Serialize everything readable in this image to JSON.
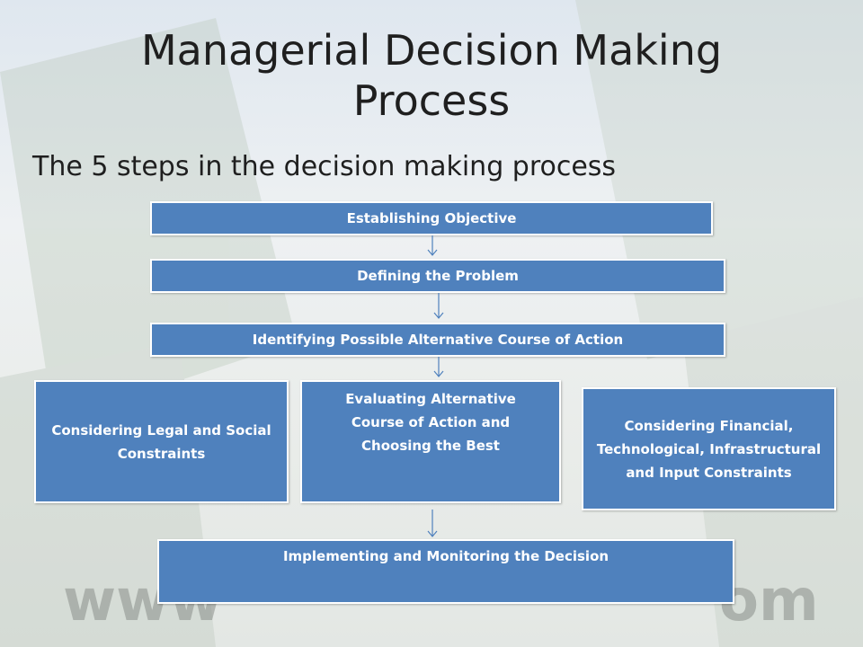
{
  "title": "Managerial Decision Making Process",
  "subtitle": "The 5 steps in the decision making process",
  "steps": {
    "s1": "Establishing Objective",
    "s2": "Defining the Problem",
    "s3": "Identifying Possible Alternative Course of Action",
    "left": "Considering Legal and Social Constraints",
    "center": "Evaluating Alternative Course of Action and Choosing the Best",
    "right": "Considering Financial, Technological, Infrastructural and Input Constraints",
    "s5": "Implementing and Monitoring the Decision"
  },
  "colors": {
    "box": "#4f81bd",
    "text": "#ffffff",
    "arrow": "#4f81bd"
  }
}
